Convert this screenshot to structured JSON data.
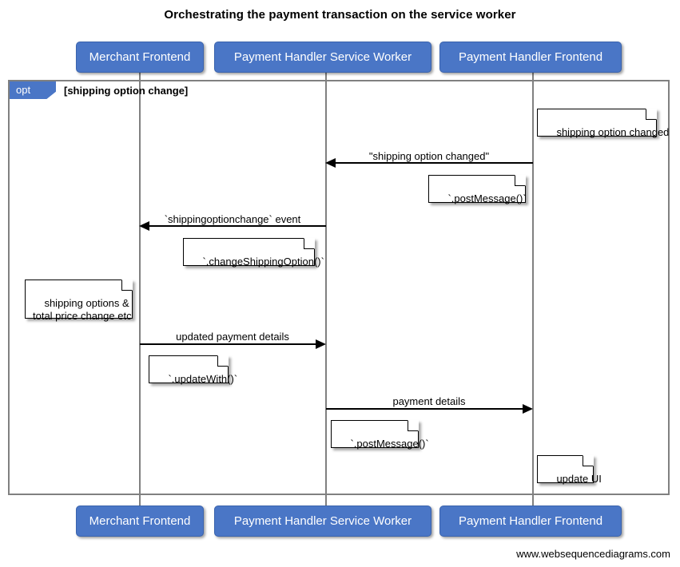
{
  "title": "Orchestrating the payment transaction on the service worker",
  "footer": "www.websequencediagrams.com",
  "participants": [
    {
      "id": "merchant-frontend",
      "label": "Merchant Frontend"
    },
    {
      "id": "payment-handler-service-worker",
      "label": "Payment Handler Service Worker"
    },
    {
      "id": "payment-handler-frontend",
      "label": "Payment Handler Frontend"
    }
  ],
  "fragment": {
    "type": "opt",
    "tag_label": "opt",
    "condition": "[shipping option change]"
  },
  "messages": [
    {
      "id": "shipping-option-changed",
      "label": "\"shipping option changed\"",
      "from": "payment-handler-frontend",
      "to": "payment-handler-service-worker",
      "direction": "left"
    },
    {
      "id": "shippingoptionchange-event",
      "label": "`shippingoptionchange` event",
      "from": "payment-handler-service-worker",
      "to": "merchant-frontend",
      "direction": "left"
    },
    {
      "id": "updated-payment-details",
      "label": "updated payment details",
      "from": "merchant-frontend",
      "to": "payment-handler-service-worker",
      "direction": "right"
    },
    {
      "id": "payment-details",
      "label": "payment details",
      "from": "payment-handler-service-worker",
      "to": "payment-handler-frontend",
      "direction": "right"
    }
  ],
  "notes": [
    {
      "id": "note-shipping-option-changed",
      "text": "shipping option changed"
    },
    {
      "id": "note-post-message-1",
      "text": "`.postMessage()`"
    },
    {
      "id": "note-change-shipping-option",
      "text": "`.changeShippingOption()`"
    },
    {
      "id": "note-shipping-options-total-price",
      "text": "shipping options &\ntotal price change etc"
    },
    {
      "id": "note-update-with",
      "text": "`.updateWith()`"
    },
    {
      "id": "note-post-message-2",
      "text": "`.postMessage()`"
    },
    {
      "id": "note-update-ui",
      "text": "update UI"
    }
  ],
  "colors": {
    "participant_fill": "#4a76c6",
    "participant_text": "#ffffff",
    "fragment_border": "#808080",
    "lifeline": "#808080",
    "arrow": "#000000",
    "note_fill": "#ffffff",
    "background": "#ffffff"
  }
}
